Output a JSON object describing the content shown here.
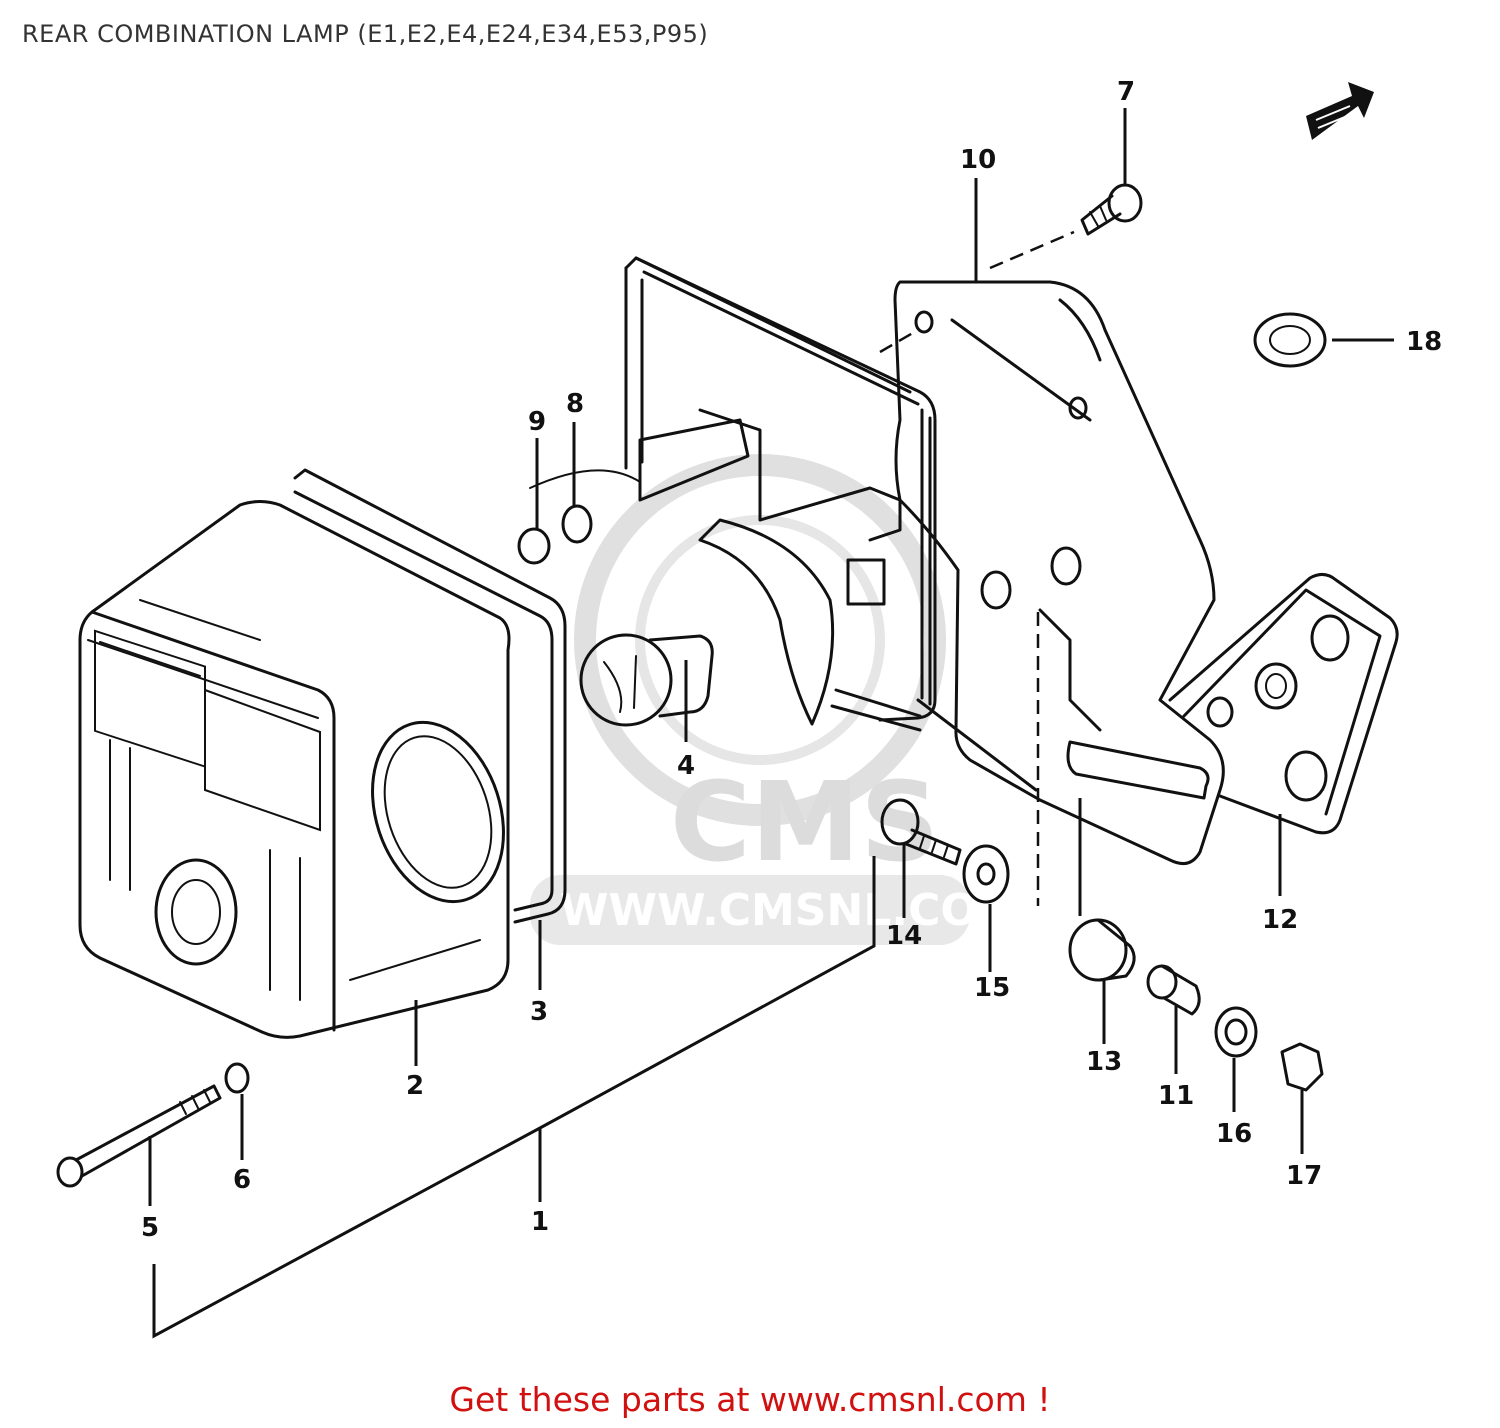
{
  "title": "REAR COMBINATION LAMP (E1,E2,E4,E24,E34,E53,P95)",
  "footer": "Get these parts at www.cmsnl.com !",
  "watermark": {
    "logo_text": "CMS",
    "url_text": "WWW.CMSNL.COM"
  },
  "parts": {
    "p1": "1",
    "p2": "2",
    "p3": "3",
    "p4": "4",
    "p5": "5",
    "p6": "6",
    "p7": "7",
    "p8": "8",
    "p9": "9",
    "p10": "10",
    "p11": "11",
    "p12": "12",
    "p13": "13",
    "p14": "14",
    "p15": "15",
    "p16": "16",
    "p17": "17",
    "p18": "18"
  },
  "colors": {
    "line": "#111111",
    "footer_text": "#d11010",
    "watermark": "#d9d9d9"
  },
  "icons": {
    "direction": "front-direction-arrow-icon"
  }
}
